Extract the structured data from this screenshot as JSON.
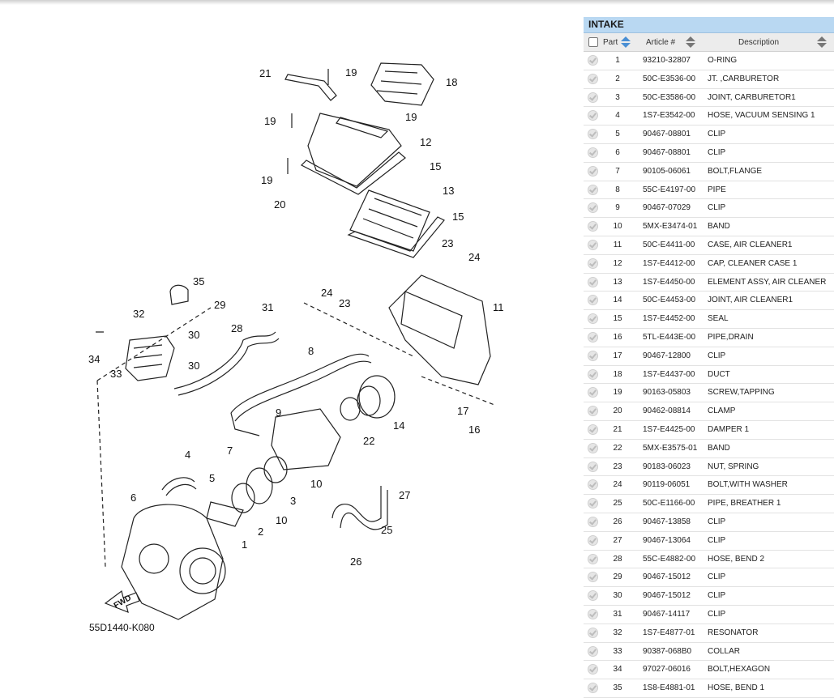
{
  "diagram": {
    "code": "55D1440-K080",
    "fwd_label": "FWD",
    "callouts": [
      "1",
      "2",
      "3",
      "4",
      "5",
      "6",
      "7",
      "8",
      "9",
      "10",
      "10",
      "11",
      "12",
      "13",
      "14",
      "15",
      "15",
      "16",
      "17",
      "18",
      "19",
      "19",
      "19",
      "19",
      "20",
      "21",
      "22",
      "23",
      "23",
      "24",
      "24",
      "25",
      "26",
      "27",
      "28",
      "29",
      "30",
      "30",
      "31",
      "32",
      "33",
      "34",
      "35"
    ]
  },
  "table": {
    "title": "INTAKE",
    "headers": {
      "part": "Part",
      "article": "Article #",
      "description": "Description"
    },
    "rows": [
      {
        "part": "1",
        "article": "93210-32807",
        "description": "O-RING"
      },
      {
        "part": "2",
        "article": "50C-E3536-00",
        "description": "JT. ,CARBURETOR"
      },
      {
        "part": "3",
        "article": "50C-E3586-00",
        "description": "JOINT, CARBURETOR1"
      },
      {
        "part": "4",
        "article": "1S7-E3542-00",
        "description": "HOSE, VACUUM SENSING 1"
      },
      {
        "part": "5",
        "article": "90467-08801",
        "description": "CLIP"
      },
      {
        "part": "6",
        "article": "90467-08801",
        "description": "CLIP"
      },
      {
        "part": "7",
        "article": "90105-06061",
        "description": "BOLT,FLANGE"
      },
      {
        "part": "8",
        "article": "55C-E4197-00",
        "description": "PIPE"
      },
      {
        "part": "9",
        "article": "90467-07029",
        "description": "CLIP"
      },
      {
        "part": "10",
        "article": "5MX-E3474-01",
        "description": "BAND"
      },
      {
        "part": "11",
        "article": "50C-E4411-00",
        "description": "CASE, AIR CLEANER1"
      },
      {
        "part": "12",
        "article": "1S7-E4412-00",
        "description": "CAP, CLEANER CASE 1"
      },
      {
        "part": "13",
        "article": "1S7-E4450-00",
        "description": "ELEMENT ASSY, AIR CLEANER"
      },
      {
        "part": "14",
        "article": "50C-E4453-00",
        "description": "JOINT, AIR CLEANER1"
      },
      {
        "part": "15",
        "article": "1S7-E4452-00",
        "description": "SEAL"
      },
      {
        "part": "16",
        "article": "5TL-E443E-00",
        "description": "PIPE,DRAIN"
      },
      {
        "part": "17",
        "article": "90467-12800",
        "description": "CLIP"
      },
      {
        "part": "18",
        "article": "1S7-E4437-00",
        "description": "DUCT"
      },
      {
        "part": "19",
        "article": "90163-05803",
        "description": "SCREW,TAPPING"
      },
      {
        "part": "20",
        "article": "90462-08814",
        "description": "CLAMP"
      },
      {
        "part": "21",
        "article": "1S7-E4425-00",
        "description": "DAMPER 1"
      },
      {
        "part": "22",
        "article": "5MX-E3575-01",
        "description": "BAND"
      },
      {
        "part": "23",
        "article": "90183-06023",
        "description": "NUT, SPRING"
      },
      {
        "part": "24",
        "article": "90119-06051",
        "description": "BOLT,WITH WASHER"
      },
      {
        "part": "25",
        "article": "50C-E1166-00",
        "description": "PIPE, BREATHER 1"
      },
      {
        "part": "26",
        "article": "90467-13858",
        "description": "CLIP"
      },
      {
        "part": "27",
        "article": "90467-13064",
        "description": "CLIP"
      },
      {
        "part": "28",
        "article": "55C-E4882-00",
        "description": "HOSE, BEND 2"
      },
      {
        "part": "29",
        "article": "90467-15012",
        "description": "CLIP"
      },
      {
        "part": "30",
        "article": "90467-15012",
        "description": "CLIP"
      },
      {
        "part": "31",
        "article": "90467-14117",
        "description": "CLIP"
      },
      {
        "part": "32",
        "article": "1S7-E4877-01",
        "description": "RESONATOR"
      },
      {
        "part": "33",
        "article": "90387-068B0",
        "description": "COLLAR"
      },
      {
        "part": "34",
        "article": "97027-06016",
        "description": "BOLT,HEXAGON"
      },
      {
        "part": "35",
        "article": "1S8-E4881-01",
        "description": "HOSE, BEND 1"
      }
    ]
  }
}
